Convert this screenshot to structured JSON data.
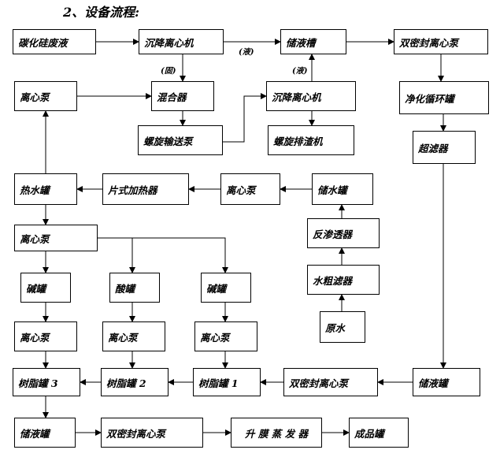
{
  "title": "2、设备流程:",
  "nodes": {
    "silicon_carbide_waste": "碳化硅废液",
    "settling_centrifuge_1": "沉降离心机",
    "storage_tank_1": "储液槽",
    "double_seal_pump_1": "双密封离心泵",
    "centrifugal_pump_1": "离心泵",
    "mixer": "混合器",
    "settling_centrifuge_2": "沉降离心机",
    "purification_tank": "净化循环罐",
    "screw_conveyor_pump": "螺旋输送泵",
    "screw_discharger": "螺旋排渣机",
    "ultrafilter": "超滤器",
    "hot_water_tank": "热水罐",
    "plate_heater": "片式加热器",
    "centrifugal_pump_2": "离心泵",
    "water_storage_tank": "储水罐",
    "reverse_osmosis": "反渗透器",
    "centrifugal_pump_3": "离心泵",
    "coarse_water_filter": "水粗滤器",
    "alkali_tank_left": "碱罐",
    "acid_tank": "酸罐",
    "alkali_tank_right": "碱罐",
    "raw_water": "原水",
    "centrifugal_pump_4": "离心泵",
    "centrifugal_pump_5": "离心泵",
    "centrifugal_pump_6": "离心泵",
    "resin_tank_3": "树脂罐 3",
    "resin_tank_2": "树脂罐 2",
    "resin_tank_1": "树脂罐 1",
    "double_seal_pump_2": "双密封离心泵",
    "storage_tank_2": "储液罐",
    "storage_tank_3": "储液罐",
    "double_seal_pump_3": "双密封离心泵",
    "film_evaporator": "升 膜 蒸 发 器",
    "product_tank": "成品罐"
  },
  "labels": {
    "liquid_top": "(液)",
    "solid": "(固)",
    "liquid_mid": "(液)"
  }
}
